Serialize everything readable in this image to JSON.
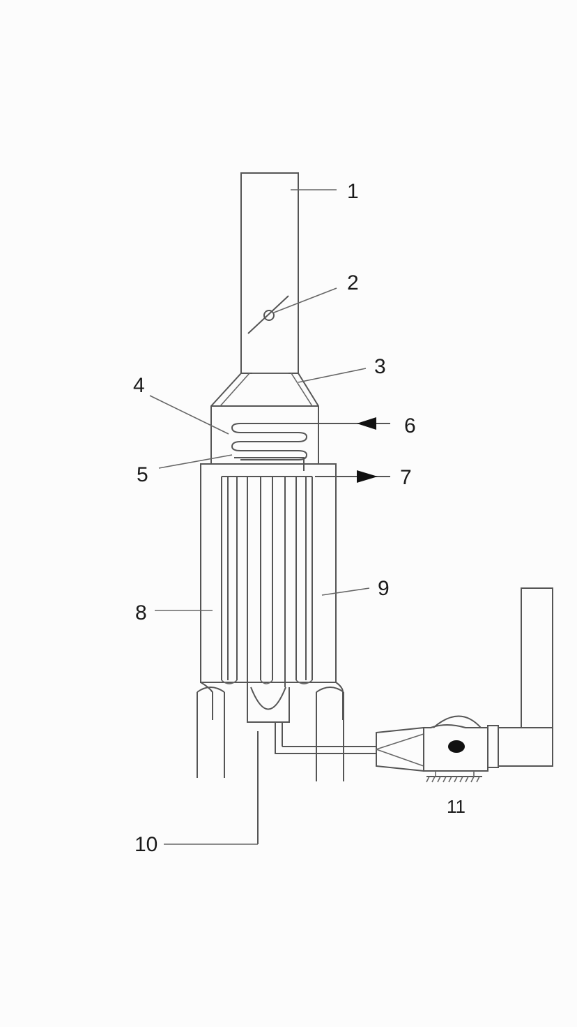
{
  "diagram": {
    "labels": [
      "1",
      "2",
      "3",
      "4",
      "5",
      "6",
      "7",
      "8",
      "9",
      "10",
      "11"
    ]
  },
  "colors": {
    "line": "#555555",
    "label": "#1a1a1a",
    "background": "#fcfcfc"
  }
}
